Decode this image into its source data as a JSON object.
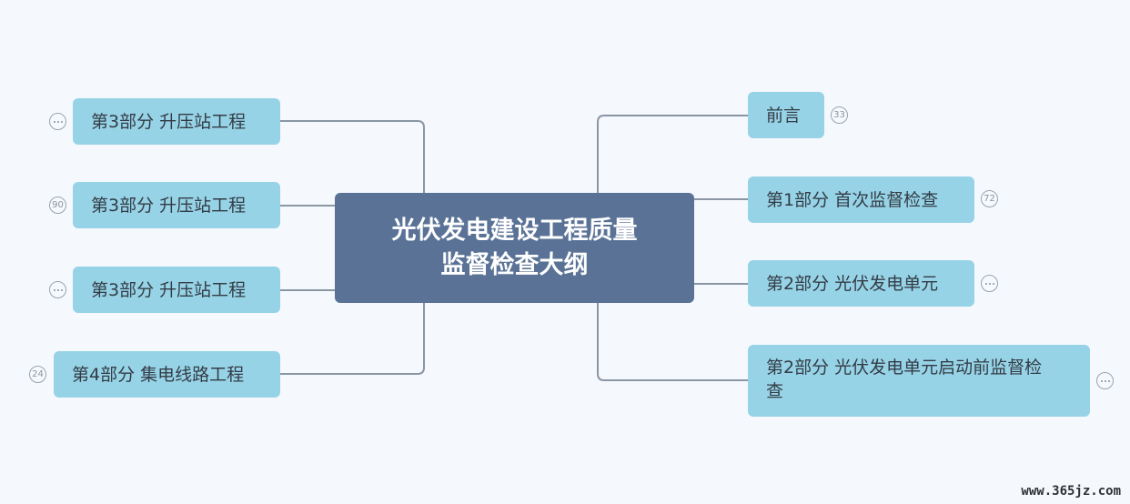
{
  "root": {
    "line1": "光伏发电建设工程质量",
    "line2": "监督检查大纲"
  },
  "left_topics": [
    {
      "label": "第3部分 升压站工程",
      "badge": "···"
    },
    {
      "label": "第3部分 升压站工程",
      "badge": "90"
    },
    {
      "label": "第3部分 升压站工程",
      "badge": "···"
    },
    {
      "label": "第4部分 集电线路工程",
      "badge": "24"
    }
  ],
  "right_topics": [
    {
      "label": "前言",
      "badge": "33"
    },
    {
      "label": "第1部分 首次监督检查",
      "badge": "72"
    },
    {
      "label": "第2部分 光伏发电单元",
      "badge": "···"
    },
    {
      "label": "第2部分 光伏发电单元启动前监督检",
      "label_line2": "查",
      "badge": "···"
    }
  ],
  "watermark": "www.365jz.com",
  "colors": {
    "background": "#f5f9fd",
    "root": "#5a7296",
    "topic": "#97d3e6",
    "connector": "#8a96a4"
  }
}
